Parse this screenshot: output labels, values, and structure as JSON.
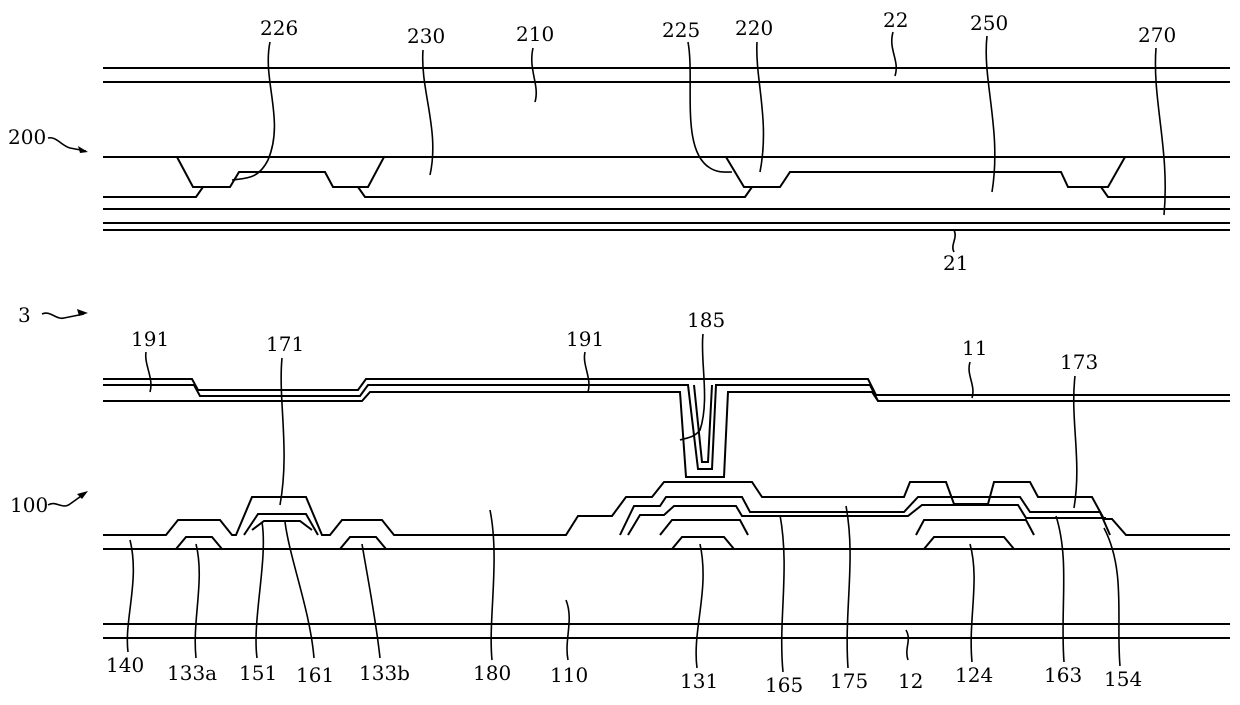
{
  "figure": {
    "labels": {
      "l226": "226",
      "l230": "230",
      "l210": "210",
      "l225": "225",
      "l220": "220",
      "l22": "22",
      "l250": "250",
      "l270": "270",
      "l200": "200",
      "l21": "21",
      "l3": "3",
      "l191a": "191",
      "l171": "171",
      "l185": "185",
      "l191b": "191",
      "l11": "11",
      "l173": "173",
      "l100": "100",
      "l140": "140",
      "l133a": "133a",
      "l151": "151",
      "l161": "161",
      "l133b": "133b",
      "l180": "180",
      "l110": "110",
      "l131": "131",
      "l165": "165",
      "l175": "175",
      "l12": "12",
      "l124": "124",
      "l163": "163",
      "l154": "154"
    }
  }
}
